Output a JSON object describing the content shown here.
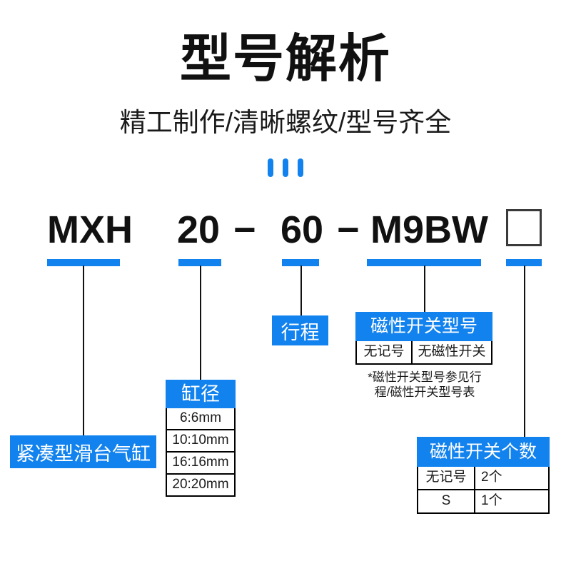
{
  "header": {
    "title": "型号解析",
    "subtitle": "精工制作/清晰螺纹/型号齐全",
    "accent_color": "#1282ee",
    "text_color": "#111111",
    "dots": [
      "bar",
      "bar",
      "bar"
    ]
  },
  "model_code": {
    "tokens": [
      {
        "id": "series",
        "text": "MXH"
      },
      {
        "id": "bore",
        "text": "20"
      },
      {
        "id": "stroke",
        "text": "60"
      },
      {
        "id": "switch_model",
        "text": "M9BW"
      },
      {
        "id": "switch_count",
        "text": ""
      }
    ],
    "separators": [
      "−",
      "−"
    ],
    "empty_box_label": ""
  },
  "callouts": {
    "series": {
      "title": "紧凑型滑台气缸"
    },
    "bore": {
      "title": "缸径",
      "rows": [
        "6:6mm",
        "10:10mm",
        "16:16mm",
        "20:20mm"
      ]
    },
    "stroke": {
      "title": "行程"
    },
    "switch_model": {
      "title": "磁性开关型号",
      "row": {
        "code": "无记号",
        "desc": "无磁性开关"
      },
      "footnote": "*磁性开关型号参见行\n程/磁性开关型号表"
    },
    "switch_count": {
      "title": "磁性开关个数",
      "rows": [
        {
          "code": "无记号",
          "desc": "2个"
        },
        {
          "code": "S",
          "desc": "1个"
        }
      ]
    }
  }
}
